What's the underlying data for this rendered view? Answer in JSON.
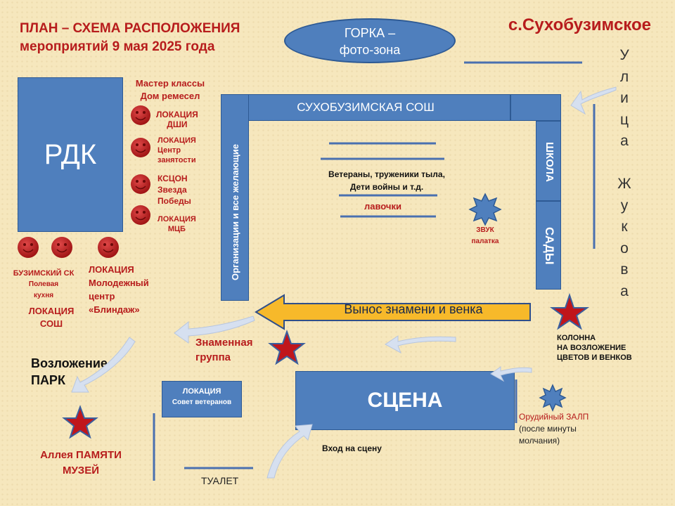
{
  "title": {
    "line1": "ПЛАН – СХЕМА РАСПОЛОЖЕНИЯ",
    "line2": "мероприятий  9 мая 2025 года"
  },
  "village": "с.Сухобузимское",
  "street": [
    "У",
    "л",
    "и",
    "ц",
    "а",
    "",
    "Ж",
    "у",
    "к",
    "о",
    "в",
    "а"
  ],
  "gorka": {
    "line1": "ГОРКА –",
    "line2": "фото-зона"
  },
  "rdk": "РДК",
  "master": {
    "line1": "Мастер классы",
    "line2": "Дом ремесел"
  },
  "locations": [
    {
      "l1": "ЛОКАЦИЯ",
      "l2": "ДШИ"
    },
    {
      "l1": "ЛОКАЦИЯ",
      "l2": "Центр",
      "l3": "занятости"
    },
    {
      "l1": "КСЦОН",
      "l2": "Звезда",
      "l3": "Победы"
    },
    {
      "l1": "ЛОКАЦИЯ",
      "l2": "МЦБ"
    }
  ],
  "busim": {
    "l1": "БУЗИМСКИЙ СК",
    "l2": "Полевая",
    "l3": "кухня"
  },
  "dosh": {
    "l1": "ЛОКАЦИЯ",
    "l2": "СОШ"
  },
  "molod": {
    "l1": "ЛОКАЦИЯ",
    "l2": "Молодежный",
    "l3": "центр",
    "l4": "«Блиндаж»"
  },
  "school_top": "СУХОБУЗИМСКАЯ СОШ",
  "shkola": "ШКОЛА",
  "sady": "САДЫ",
  "org": "Организации и все желающие",
  "veterans": {
    "l1": "Ветераны, труженики тыла,",
    "l2": "Дети войны и т.д."
  },
  "lavochki": "лавочки",
  "zvuk": {
    "l1": "ЗВУК",
    "l2": "палатка"
  },
  "vynos": "Вынос знамени и венка",
  "kolonna": {
    "l1": "КОЛОННА",
    "l2": "НА ВОЗЛОЖЕНИЕ",
    "l3": "ЦВЕТОВ И ВЕНКОВ"
  },
  "znamennaya": {
    "l1": "Знаменная",
    "l2": "группа"
  },
  "vozlozhenie": {
    "l1": "Возложение",
    "l2": "ПАРК"
  },
  "sovet": {
    "l1": "ЛОКАЦИЯ",
    "l2": "Совет ветеранов"
  },
  "scena": "СЦЕНА",
  "vhod": "Вход на сцену",
  "orud": {
    "l1": "Орудийный ЗАЛП",
    "l2": "(после минуты",
    "l3": "молчания)"
  },
  "alleya": {
    "l1": "Аллея ПАМЯТИ",
    "l2": "МУЗЕЙ"
  },
  "tualet": "ТУАЛЕТ"
}
